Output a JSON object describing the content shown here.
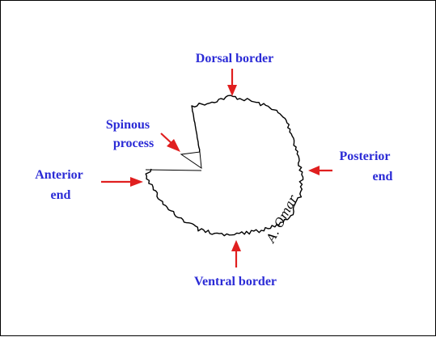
{
  "labels": {
    "dorsal_border": "Dorsal border",
    "spinous_process_line1": "Spinous",
    "spinous_process_line2": "process",
    "anterior_end_line1": "Anterior",
    "anterior_end_line2": "end",
    "posterior_end_line1": "Posterior",
    "posterior_end_line2": "end",
    "ventral_border": "Ventral border"
  },
  "signature": "A. Omar",
  "colors": {
    "label": "#2b2bd6",
    "arrow": "#e01f1f",
    "outline": "#000000",
    "frame": "#000000"
  }
}
